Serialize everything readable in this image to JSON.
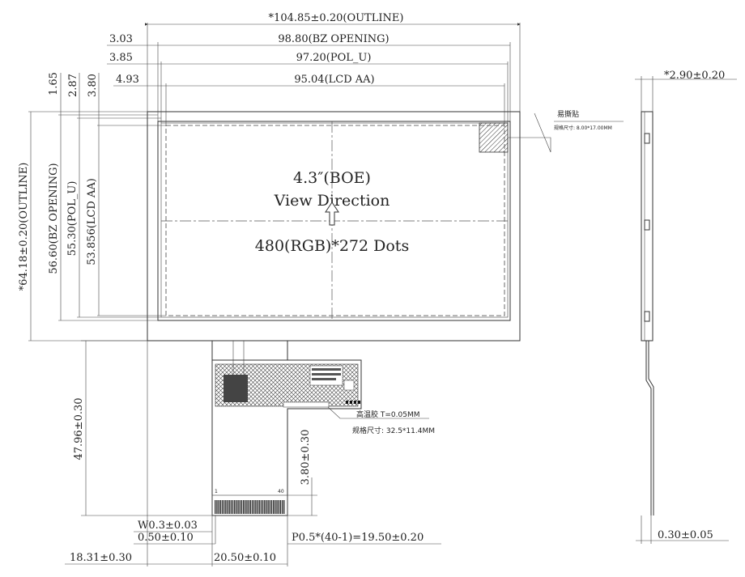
{
  "dimensions": {
    "outline_width": "*104.85±0.20(OUTLINE)",
    "bz_opening_width": "98.80(BZ OPENING)",
    "pol_width": "97.20(POL_U)",
    "lcd_aa_width": "95.04(LCD AA)",
    "offset_bz_x": "3.03",
    "offset_pol_x": "3.85",
    "offset_aa_x": "4.93",
    "offset_bz_y": "1.65",
    "offset_pol_y": "2.87",
    "offset_aa_y": "3.80",
    "outline_height": "*64.18±0.20(OUTLINE)",
    "bz_opening_height": "56.60(BZ OPENING)",
    "pol_height": "55.30(POL_U)",
    "lcd_aa_height": "53.856(LCD AA)",
    "thickness": "*2.90±0.20",
    "fpc_length": "47.96±0.30",
    "stiffener_length": "3.80±0.30",
    "pin_width": "W0.3±0.03",
    "pin_offset": "0.50±0.10",
    "fpc_offset_x": "18.31±0.30",
    "fpc_width": "20.50±0.10",
    "pitch": "P0.5*(40-1)=19.50±0.20",
    "fpc_thickness": "0.30±0.05"
  },
  "panel": {
    "size_label": "4.3″(BOE)",
    "direction_label": "View Direction",
    "resolution_label": "480(RGB)*272 Dots"
  },
  "notes": {
    "tear_tape_title": "易撕贴",
    "tear_tape_spec": "规格尺寸: 8.00*17.00MM",
    "tape_title": "高温胶 T=0.05MM",
    "tape_spec": "规格尺寸: 32.5*11.4MM",
    "pin_first": "1",
    "pin_last": "40"
  },
  "colors": {
    "line": "#333333",
    "text": "#222222",
    "background": "#ffffff"
  }
}
